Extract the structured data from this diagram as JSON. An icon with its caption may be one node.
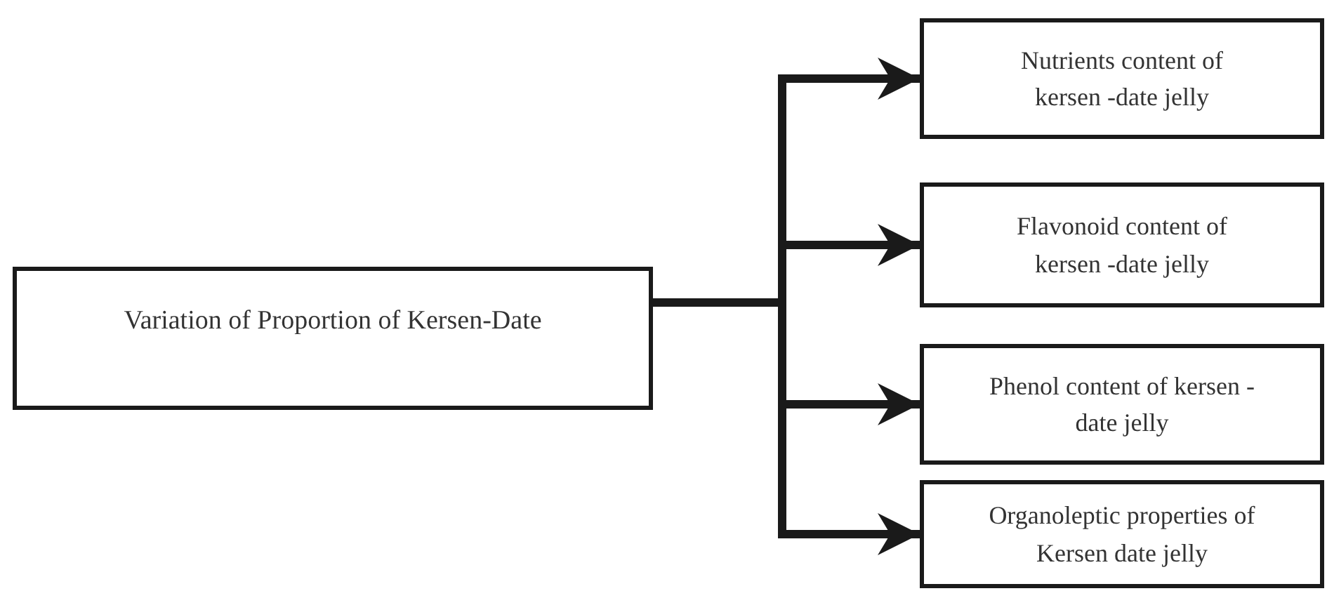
{
  "diagram": {
    "nodes": [
      {
        "text": [
          "Variation of Proportion of Kersen-Date"
        ]
      },
      {
        "text": [
          "Nutrients content of kersen -date jelly"
        ]
      },
      {
        "text": [
          "Flavonoid content of kersen -date jelly"
        ]
      },
      {
        "text": [
          "Phenol content of kersen -date jelly"
        ]
      },
      {
        "text": [
          "Organoleptic properties of Kersen date jelly"
        ]
      }
    ],
    "edges": [
      {
        "from": 0,
        "to": 1,
        "arrow": "to"
      },
      {
        "from": 0,
        "to": 2,
        "arrow": "to"
      },
      {
        "from": 0,
        "to": 3,
        "arrow": "to"
      },
      {
        "from": 0,
        "to": 4,
        "arrow": "to"
      }
    ]
  }
}
